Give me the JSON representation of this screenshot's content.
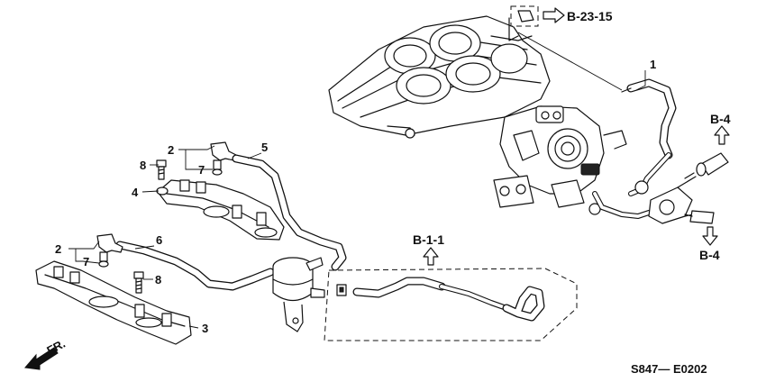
{
  "callouts": {
    "c1": "1",
    "c2a": "2",
    "c2b": "2",
    "c3": "3",
    "c4": "4",
    "c5": "5",
    "c6": "6",
    "c7a": "7",
    "c7b": "7",
    "c8a": "8",
    "c8b": "8"
  },
  "references": {
    "ref_top": "B-23-15",
    "ref_right_top": "B-4",
    "ref_right_bottom": "B-4",
    "ref_center": "B-1-1"
  },
  "front_label": "FR.",
  "diagram_code": "S847— E0202"
}
